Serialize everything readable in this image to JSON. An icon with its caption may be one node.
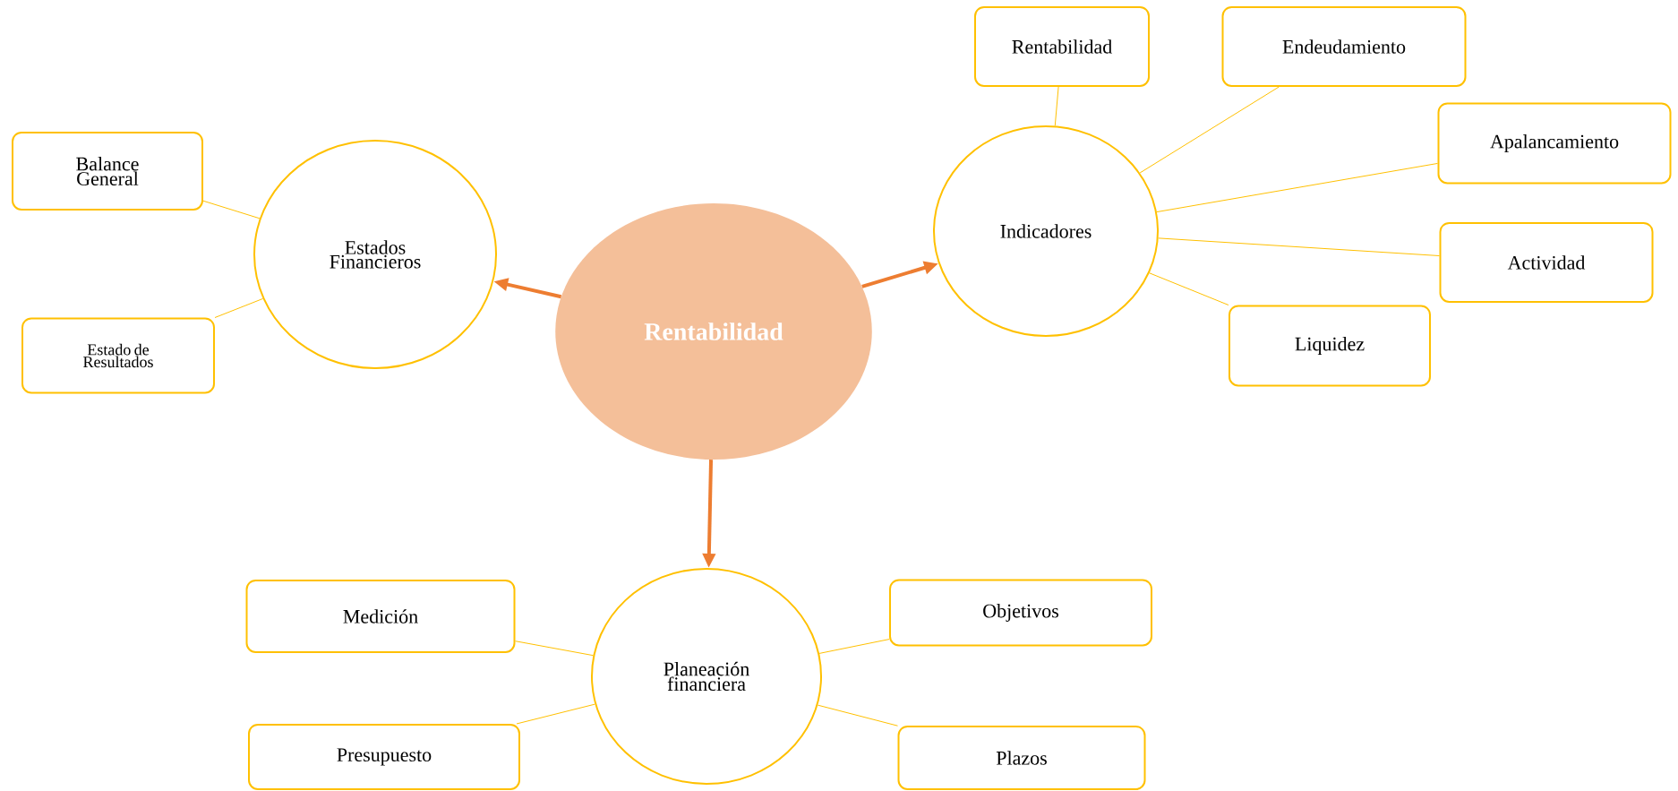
{
  "diagram": {
    "nodes": [
      {
        "text": [
          "Rentabilidad"
        ]
      },
      {
        "text": [
          "Estados Financieros"
        ]
      },
      {
        "text": [
          "Balance General"
        ]
      },
      {
        "text": [
          "Estado de Resultados"
        ]
      },
      {
        "text": [
          "Indicadores"
        ]
      },
      {
        "text": [
          "Rentabilidad"
        ]
      },
      {
        "text": [
          "Endeudamiento"
        ]
      },
      {
        "text": [
          "Apalancamiento"
        ]
      },
      {
        "text": [
          "Actividad"
        ]
      },
      {
        "text": [
          "Liquidez"
        ]
      },
      {
        "text": [
          "Planeación financiera"
        ]
      },
      {
        "text": [
          "Medición"
        ]
      },
      {
        "text": [
          "Presupuesto"
        ]
      },
      {
        "text": [
          "Objetivos"
        ]
      },
      {
        "text": [
          "Plazos"
        ]
      }
    ],
    "edges": [
      {
        "from": 0,
        "to": 1,
        "arrow": "to",
        "style": "thick",
        "color": "#ed7d31"
      },
      {
        "from": 0,
        "to": 4,
        "arrow": "to",
        "style": "thick",
        "color": "#ed7d31"
      },
      {
        "from": 0,
        "to": 10,
        "arrow": "to",
        "style": "thick",
        "color": "#ed7d31"
      },
      {
        "from": 1,
        "to": 2,
        "arrow": "none"
      },
      {
        "from": 1,
        "to": 3,
        "arrow": "none"
      },
      {
        "from": 4,
        "to": 5,
        "arrow": "none"
      },
      {
        "from": 4,
        "to": 6,
        "arrow": "none"
      },
      {
        "from": 4,
        "to": 7,
        "arrow": "none"
      },
      {
        "from": 4,
        "to": 8,
        "arrow": "none"
      },
      {
        "from": 4,
        "to": 9,
        "arrow": "none"
      },
      {
        "from": 10,
        "to": 11,
        "arrow": "none"
      },
      {
        "from": 10,
        "to": 12,
        "arrow": "none"
      },
      {
        "from": 10,
        "to": 13,
        "arrow": "none"
      },
      {
        "from": 10,
        "to": 14,
        "arrow": "none"
      }
    ]
  }
}
